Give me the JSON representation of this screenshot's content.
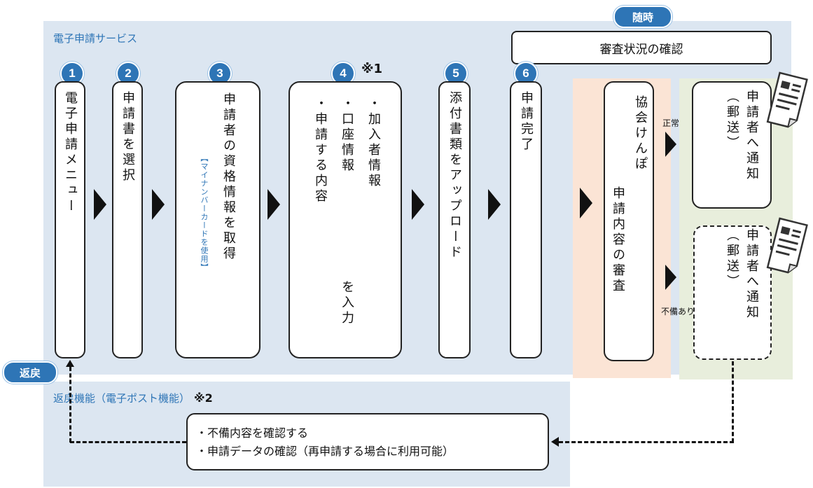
{
  "service": {
    "title": "電子申請サービス",
    "return_title": "返戻機能（電子ポスト機能）",
    "return_note": "※2"
  },
  "badges": {
    "anytime": "随時",
    "return": "返戻"
  },
  "status_check": "審査状況の確認",
  "steps": [
    {
      "num": "1",
      "text": "電子申請メニュー"
    },
    {
      "num": "2",
      "text": "申請書を選択"
    },
    {
      "num": "3",
      "text": "申請者の資格情報を取得",
      "sub": "【マイナンバーカードを使用】"
    },
    {
      "num": "4",
      "note": "※1",
      "lines": [
        "・加入者情報",
        "・口座情報",
        "・申請する内容"
      ],
      "tail": "を入力"
    },
    {
      "num": "5",
      "text": "添付書類をアップロード"
    },
    {
      "num": "6",
      "text": "申請完了"
    }
  ],
  "review": {
    "org": "協会けんぽ",
    "text": "申請内容の審査"
  },
  "outcomes": {
    "normal_label": "正常",
    "deficient_label": "不備あり",
    "notify_main": "申請者へ通知",
    "notify_sub": "（郵送）"
  },
  "return_box": {
    "line1": "・不備内容を確認する",
    "line2": "・申請データの確認（再申請する場合に利用可能）"
  },
  "colors": {
    "accent": "#2e75b6",
    "service_bg": "#dce6f1",
    "review_bg": "#fbe4d5",
    "notify_bg": "#e8eedc"
  }
}
